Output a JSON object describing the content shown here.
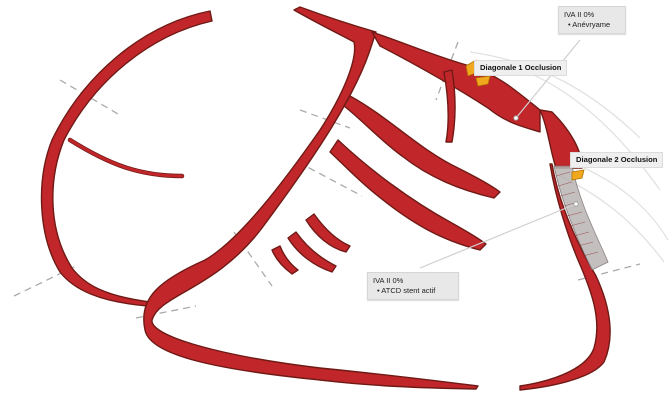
{
  "annotations": {
    "aneurysm": {
      "title": "IVA II 0%",
      "bullet": "• Anévryame"
    },
    "stent": {
      "title": "IVA II 0%",
      "bullet": "• ATCD stent actif"
    }
  },
  "occlusions": {
    "diag1": "Diagonale 1 Occlusion",
    "diag2": "Diagonale 2 Occlusion"
  },
  "colors": {
    "vessel": "#c1262b",
    "vessel_outline": "#6f1a15",
    "occlusion_marker": "#f0a91e",
    "stent": "#b9b4b4"
  }
}
